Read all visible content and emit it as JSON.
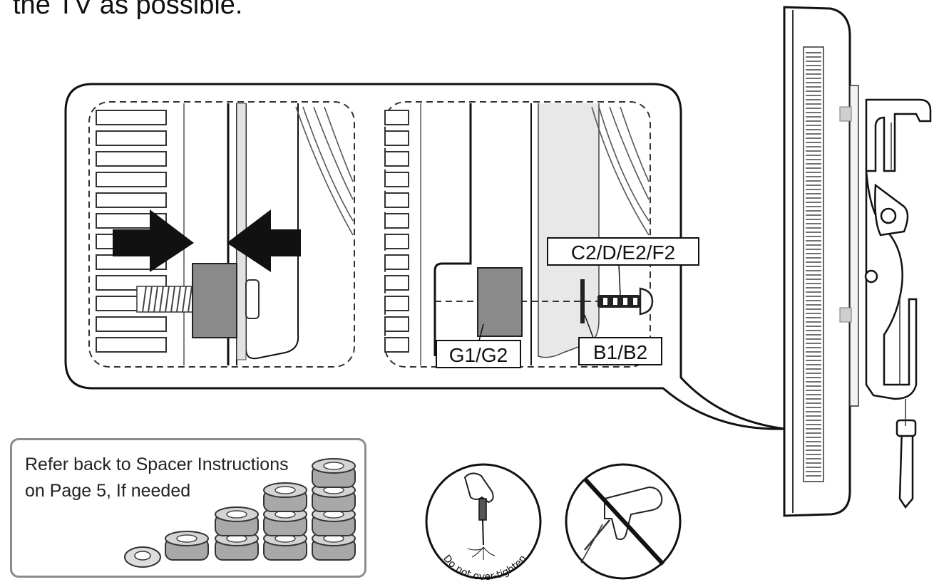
{
  "instruction_text": "the TV as possible.",
  "callout": {
    "labels": {
      "washer_screw": "C2/D/E2/F2",
      "spacer": "G1/G2",
      "washer": "B1/B2"
    }
  },
  "note": {
    "line1": "Refer back to Spacer Instructions",
    "line2": "on Page 5, If needed"
  },
  "warning": {
    "text": "Do not over-tighten"
  },
  "icons": {
    "hand_screwdriver": "hand-screwdriver-icon",
    "power_drill_prohibited": "no-power-drill-icon"
  },
  "colors": {
    "ink": "#111111",
    "spacer_gray": "#8a8a8a",
    "box_border": "#8c8c8c"
  }
}
